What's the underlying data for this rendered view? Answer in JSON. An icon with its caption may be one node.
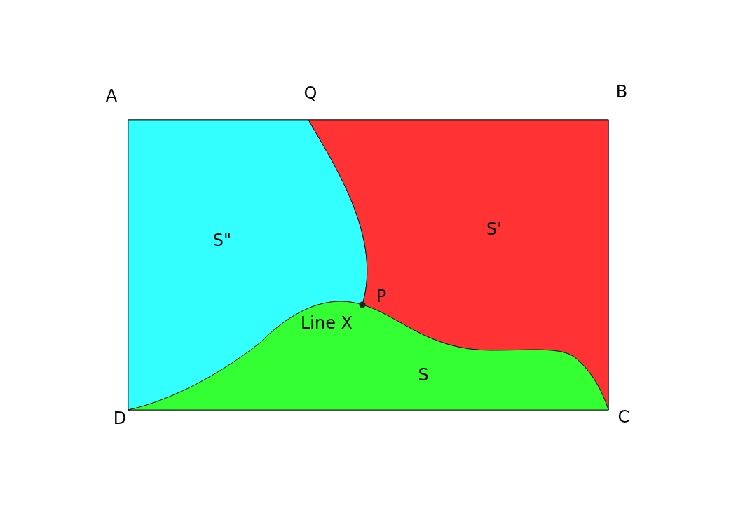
{
  "diagram": {
    "nodes": [
      {
        "text": [
          "S\""
        ]
      },
      {
        "text": [
          "S'"
        ]
      },
      {
        "text": [
          "S"
        ]
      }
    ],
    "labels": [
      "A",
      "Q",
      "B",
      "P",
      "Line X",
      "D",
      "C"
    ]
  }
}
